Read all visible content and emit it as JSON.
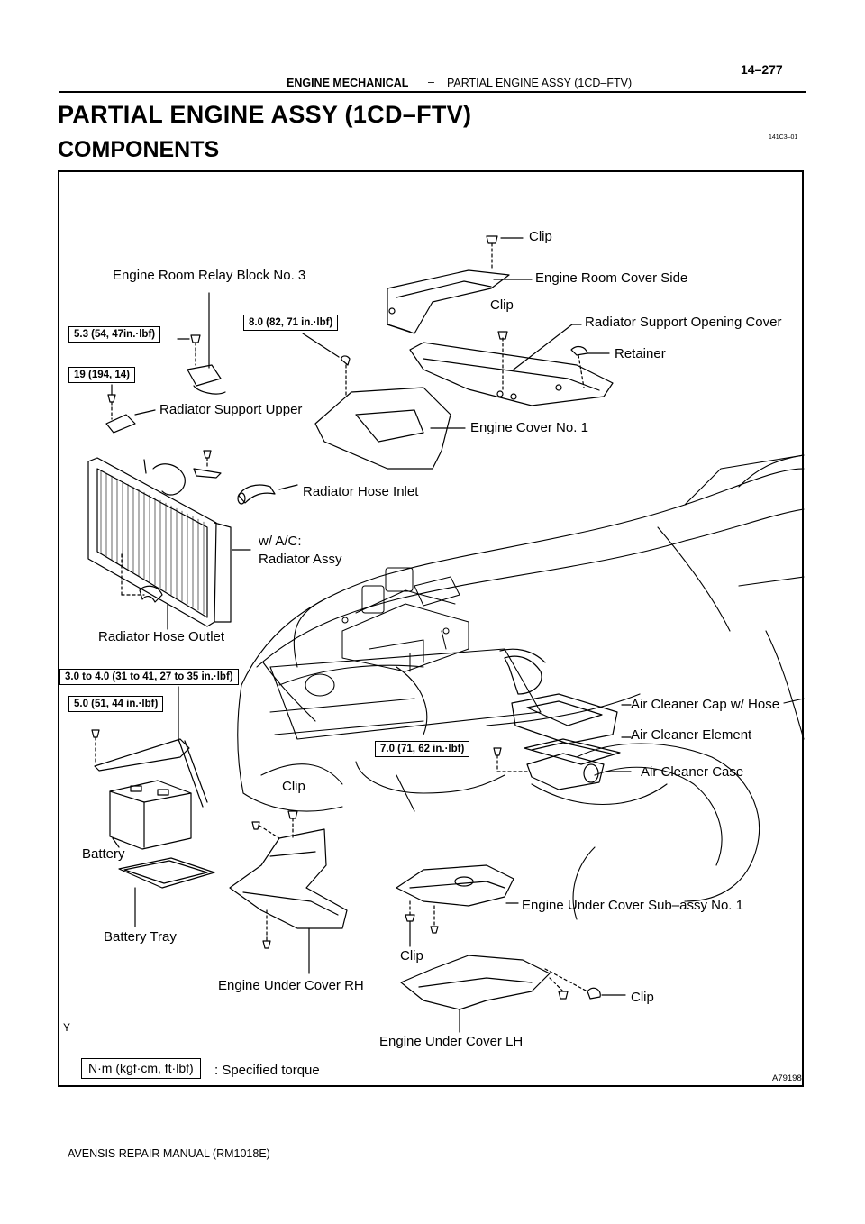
{
  "header": {
    "section": "ENGINE MECHANICAL",
    "separator": "–",
    "subsection": "PARTIAL ENGINE ASSY (1CD–FTV)",
    "page_number": "14–277"
  },
  "title": "PARTIAL ENGINE ASSY (1CD–FTV)",
  "subtitle": "COMPONENTS",
  "figure_code": "141C3–01",
  "figure_id": "A79198",
  "corner_mark": "Y",
  "labels": {
    "clip_top": "Clip",
    "engine_room_cover_side": "Engine Room Cover Side",
    "engine_room_relay_block": "Engine Room Relay Block No. 3",
    "clip_mid": "Clip",
    "radiator_support_opening_cover": "Radiator Support Opening Cover",
    "retainer": "Retainer",
    "radiator_support_upper": "Radiator Support Upper",
    "engine_cover_no1": "Engine Cover No. 1",
    "radiator_hose_inlet": "Radiator Hose Inlet",
    "wac_prefix": "w/ A/C:",
    "radiator_assy": "Radiator Assy",
    "radiator_hose_outlet": "Radiator Hose Outlet",
    "air_cleaner_cap": "Air Cleaner Cap w/ Hose",
    "air_cleaner_element": "Air Cleaner Element",
    "air_cleaner_case": "Air Cleaner Case",
    "clip_lower": "Clip",
    "battery": "Battery",
    "engine_under_cover_sub_assy": "Engine Under Cover Sub–assy No. 1",
    "battery_tray": "Battery  Tray",
    "clip_bottom_mid": "Clip",
    "engine_under_cover_rh": "Engine Under Cover RH",
    "clip_bottom_right": "Clip",
    "engine_under_cover_lh": "Engine Under Cover LH"
  },
  "torques": {
    "t1": "5.3 (54,  47in.·lbf)",
    "t2": "8.0 (82, 71 in.·lbf)",
    "t3": "19 (194, 14)",
    "t4": "3.0 to 4.0 (31 to 41, 27 to 35 in.·lbf)",
    "t5": "5.0 (51, 44 in.·lbf)",
    "t6": "7.0 (71, 62 in.·lbf)"
  },
  "legend": {
    "unit": "N·m (kgf·cm, ft·lbf)",
    "text": ": Specified torque"
  },
  "footer": "AVENSIS REPAIR MANUAL   (RM1018E)"
}
